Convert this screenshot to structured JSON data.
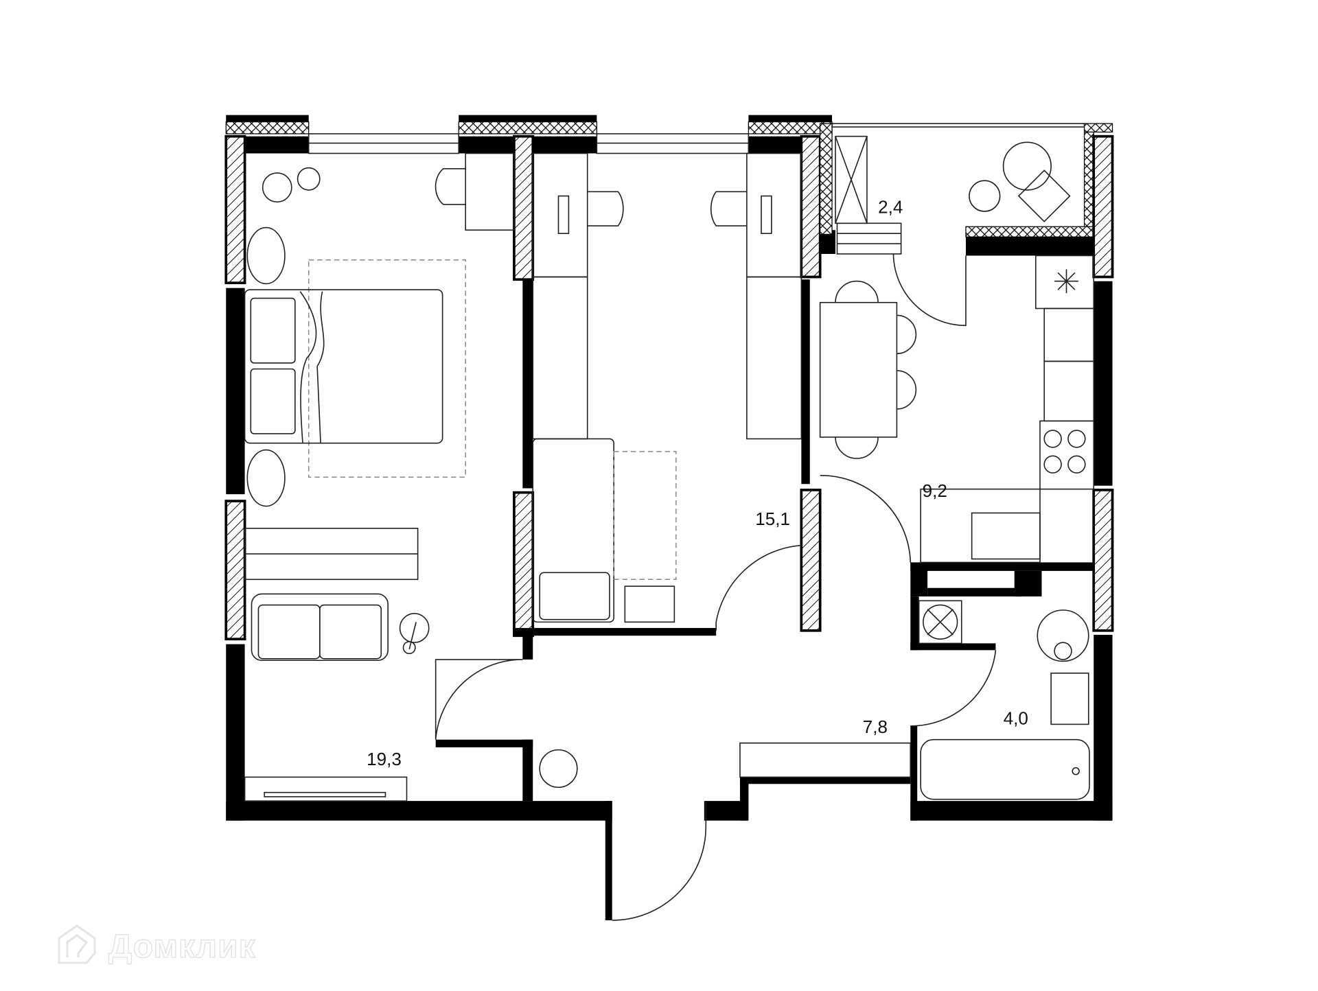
{
  "plan": {
    "rooms": [
      {
        "name": "bedroom-large",
        "area": "19,3"
      },
      {
        "name": "bedroom-small",
        "area": "15,1"
      },
      {
        "name": "balcony",
        "area": "2,4"
      },
      {
        "name": "kitchen",
        "area": "9,2"
      },
      {
        "name": "hallway",
        "area": "7,8"
      },
      {
        "name": "bathroom",
        "area": "4,0"
      }
    ]
  },
  "watermark": {
    "text": "Домклик",
    "icon": "house-logo-icon"
  },
  "colors": {
    "wall": "#000000",
    "line": "#222222",
    "background": "#ffffff"
  }
}
